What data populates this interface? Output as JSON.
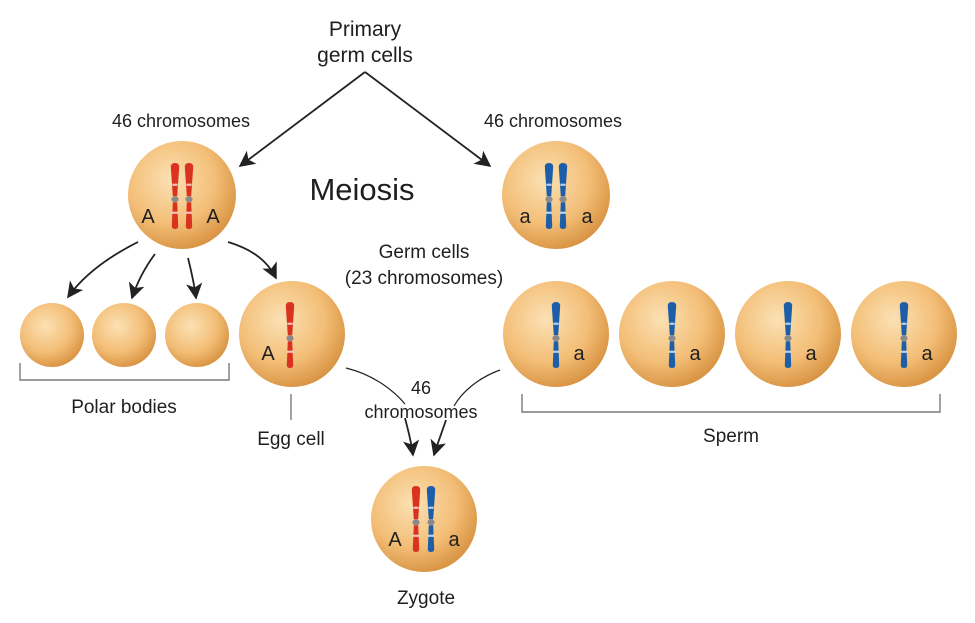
{
  "labels": {
    "primary_line1": "Primary",
    "primary_line2": "germ cells",
    "left_count": "46 chromosomes",
    "right_count": "46 chromosomes",
    "meiosis": "Meiosis",
    "germ_line1": "Germ cells",
    "germ_line2": "(23 chromosomes)",
    "polar_bodies": "Polar bodies",
    "egg_cell": "Egg cell",
    "fusion_line1": "46",
    "fusion_line2": "chromosomes",
    "sperm": "Sperm",
    "zygote": "Zygote"
  },
  "alleles": {
    "mother_left": "A",
    "mother_right": "A",
    "father_left": "a",
    "father_right": "a",
    "egg": "A",
    "sperm_1": "a",
    "sperm_2": "a",
    "sperm_3": "a",
    "sperm_4": "a",
    "zygote_left": "A",
    "zygote_right": "a"
  },
  "colors": {
    "cell_light": "#fbe1b4",
    "cell_mid": "#f3be77",
    "cell_dark": "#d7913f",
    "maternal_chromosome": "#d9331f",
    "paternal_chromosome": "#1c5ea8",
    "centromere": "#8a8a8a",
    "line": "#222222",
    "bracket": "#7a7a7a"
  },
  "icons": {
    "chromosome": "chromosome-icon",
    "arrow": "arrow-icon"
  }
}
